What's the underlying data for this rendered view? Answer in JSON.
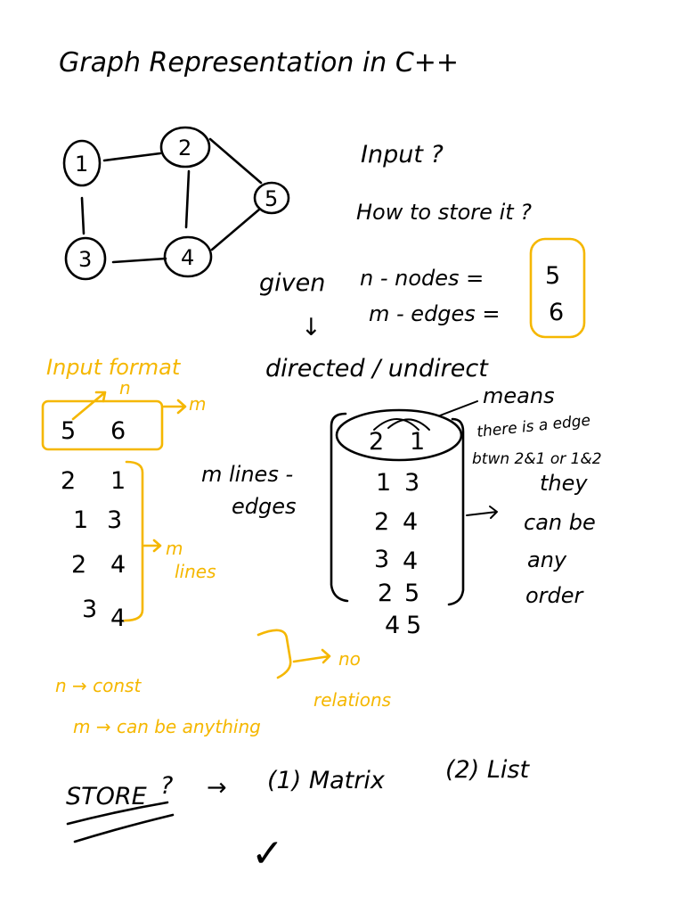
{
  "title": "Graph Representation in C++",
  "graph": {
    "nodes": [
      {
        "id": "1",
        "label": "1"
      },
      {
        "id": "2",
        "label": "2"
      },
      {
        "id": "3",
        "label": "3"
      },
      {
        "id": "4",
        "label": "4"
      },
      {
        "id": "5",
        "label": "5"
      }
    ],
    "edges": [
      [
        "1",
        "2"
      ],
      [
        "1",
        "3"
      ],
      [
        "2",
        "4"
      ],
      [
        "2",
        "5"
      ],
      [
        "3",
        "4"
      ],
      [
        "4",
        "5"
      ]
    ]
  },
  "questions": {
    "input": "Input ?",
    "store": "How to store it ?"
  },
  "given": {
    "label": "given",
    "nodes_text": "n - nodes =",
    "nodes_value": "5",
    "edges_text": "m - edges =",
    "edges_value": "6",
    "arrow": "↓",
    "direction": "directed / undirect"
  },
  "input_format": {
    "label": "Input format",
    "n_label": "n",
    "m_label": "m",
    "header_n": "5",
    "header_m": "6",
    "rows": [
      [
        "2",
        "1"
      ],
      [
        "1",
        "3"
      ],
      [
        "2",
        "4"
      ],
      [
        "3",
        "4"
      ]
    ],
    "lines_label_1": "m",
    "lines_label_2": "lines",
    "notes": {
      "n_line": "n → const",
      "m_line": "m → can be anything",
      "relation_1": "no",
      "relation_2": "relations"
    }
  },
  "edge_list": {
    "side_label_1": "m lines -",
    "side_label_2": "edges",
    "rows": [
      [
        "2",
        "1"
      ],
      [
        "1",
        "3"
      ],
      [
        "2",
        "4"
      ],
      [
        "3",
        "4"
      ],
      [
        "2",
        "5"
      ],
      [
        "4",
        "5"
      ]
    ],
    "means_note": [
      "means",
      "there is a edge",
      "btwn 2&1 or 1&2"
    ],
    "order_note": [
      "they",
      "can be",
      "any",
      "order"
    ]
  },
  "store": {
    "label": "STORE",
    "question_mark": "?",
    "arrow": "→",
    "option_1": "(1) Matrix",
    "option_2": "(2) List",
    "check": "✓"
  },
  "colors": {
    "ink": "#000000",
    "highlight": "#f5b700",
    "paper": "#ffffff"
  }
}
